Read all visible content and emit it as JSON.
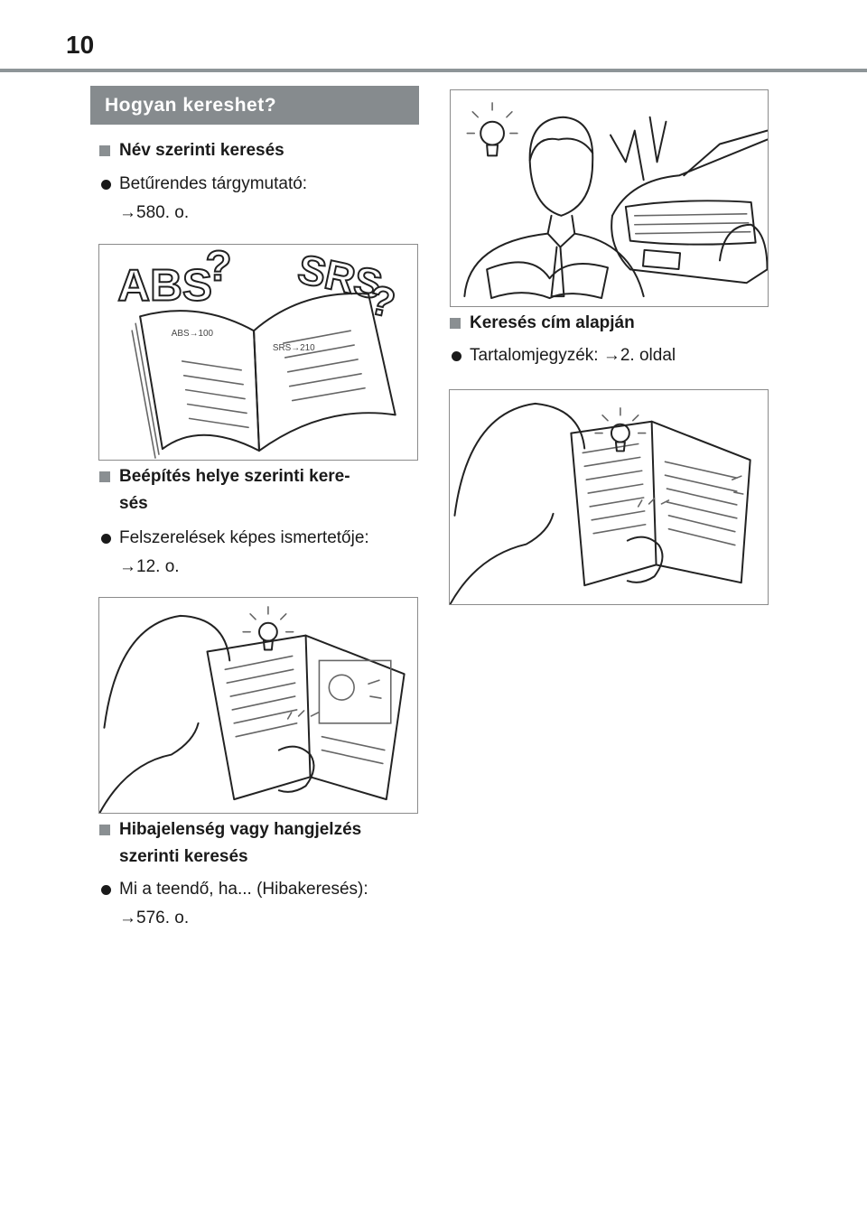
{
  "page": {
    "number": "10",
    "section_title": "Hogyan kereshet?"
  },
  "left_column": [
    {
      "heading": "Név szerinti keresés",
      "bullet": "Betűrendes tárgymutató:",
      "ref": "→580. o."
    },
    {
      "heading_line1": "Beépítés helye szerinti kere-",
      "heading_line2": "sés",
      "bullet": "Felszerelések képes ismertetője:",
      "ref": "→12. o."
    },
    {
      "heading_line1": "Hibajelenség vagy hangjelzés",
      "heading_line2": "szerinti keresés",
      "bullet": "Mi a teendő, ha... (Hibakeresés):",
      "ref": "→576. o."
    }
  ],
  "right_column": [
    {
      "heading": "Keresés cím alapján",
      "bullet": "Tartalomjegyzék: →2. oldal"
    }
  ],
  "figures": {
    "book_text_abs": "ABS",
    "book_text_srs": "SRS",
    "question_mark": "?",
    "book_label_abs": "ABS→100",
    "book_label_srs": "SRS→210"
  }
}
